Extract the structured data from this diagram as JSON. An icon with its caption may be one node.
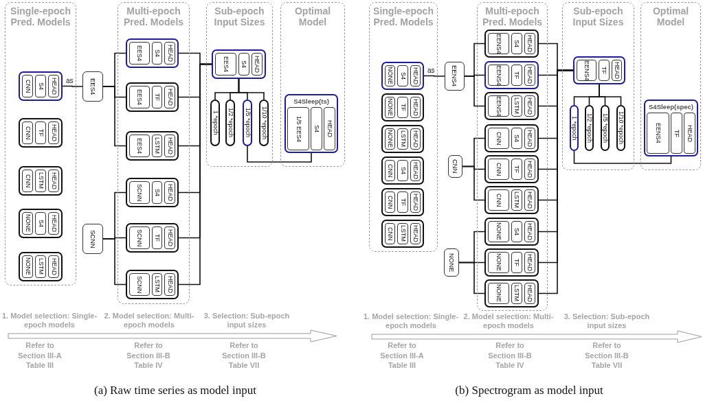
{
  "diagram": {
    "nodes": [
      {
        "text": [
          "Single-epoch Pred. Models"
        ]
      },
      {
        "text": [],
        "shape": "box",
        "in": 0
      },
      {
        "text": [
          "CNN"
        ],
        "in": 1
      },
      {
        "text": [
          "S4"
        ],
        "in": 1
      },
      {
        "text": [
          "HEAD"
        ],
        "in": 1
      },
      {
        "text": [],
        "shape": "box",
        "in": 0
      },
      {
        "text": [
          "CNN"
        ],
        "in": 5
      },
      {
        "text": [
          "TF"
        ],
        "in": 5
      },
      {
        "text": [
          "HEAD"
        ],
        "in": 5
      },
      {
        "text": [],
        "shape": "box",
        "in": 0
      },
      {
        "text": [
          "CNN"
        ],
        "in": 9
      },
      {
        "text": [
          "LSTM"
        ],
        "in": 9
      },
      {
        "text": [
          "HEAD"
        ],
        "in": 9
      },
      {
        "text": [],
        "shape": "box",
        "in": 0
      },
      {
        "text": [
          "NONE"
        ],
        "in": 13
      },
      {
        "text": [
          "S4"
        ],
        "in": 13
      },
      {
        "text": [
          "HEAD"
        ],
        "in": 13
      },
      {
        "text": [],
        "shape": "box",
        "in": 0
      },
      {
        "text": [
          "NONE"
        ],
        "in": 17
      },
      {
        "text": [
          "LSTM"
        ],
        "in": 17
      },
      {
        "text": [
          "HEAD"
        ],
        "in": 17
      },
      {
        "text": [
          "EES4"
        ]
      },
      {
        "text": [
          "SCNN"
        ]
      },
      {
        "text": [
          "Multi-epoch Pred. Models"
        ]
      },
      {
        "text": [],
        "shape": "box",
        "in": 23
      },
      {
        "text": [
          "EES4"
        ],
        "in": 24
      },
      {
        "text": [
          "S4"
        ],
        "in": 24
      },
      {
        "text": [
          "HEAD"
        ],
        "in": 24
      },
      {
        "text": [],
        "shape": "box",
        "in": 23
      },
      {
        "text": [
          "EES4"
        ],
        "in": 28
      },
      {
        "text": [
          "TF"
        ],
        "in": 28
      },
      {
        "text": [
          "HEAD"
        ],
        "in": 28
      },
      {
        "text": [],
        "shape": "box",
        "in": 23
      },
      {
        "text": [
          "EES4"
        ],
        "in": 32
      },
      {
        "text": [
          "LSTM"
        ],
        "in": 32
      },
      {
        "text": [
          "HEAD"
        ],
        "in": 32
      },
      {
        "text": [],
        "shape": "box",
        "in": 23
      },
      {
        "text": [
          "SCNN"
        ],
        "in": 36
      },
      {
        "text": [
          "S4"
        ],
        "in": 36
      },
      {
        "text": [
          "HEAD"
        ],
        "in": 36
      },
      {
        "text": [],
        "shape": "box",
        "in": 23
      },
      {
        "text": [
          "SCNN"
        ],
        "in": 40
      },
      {
        "text": [
          "TF"
        ],
        "in": 40
      },
      {
        "text": [
          "HEAD"
        ],
        "in": 40
      },
      {
        "text": [],
        "shape": "box",
        "in": 23
      },
      {
        "text": [
          "SCNN"
        ],
        "in": 44
      },
      {
        "text": [
          "LSTM"
        ],
        "in": 44
      },
      {
        "text": [
          "HEAD"
        ],
        "in": 44
      },
      {
        "text": [
          "Sub-epoch Input Sizes"
        ]
      },
      {
        "text": [],
        "shape": "box",
        "in": 48
      },
      {
        "text": [
          "EES4"
        ],
        "in": 49
      },
      {
        "text": [
          "S4"
        ],
        "in": 49
      },
      {
        "text": [
          "HEAD"
        ],
        "in": 49
      },
      {
        "text": [
          "1 *epoch"
        ],
        "in": 48
      },
      {
        "text": [
          "1/2 *epoch"
        ],
        "in": 48
      },
      {
        "text": [
          "1/5 *epoch"
        ],
        "in": 48
      },
      {
        "text": [
          "1/10 *epoch"
        ],
        "in": 48
      },
      {
        "text": [
          "Optimal Model"
        ]
      },
      {
        "text": [
          "S4Sleep(ts)"
        ],
        "in": 57
      },
      {
        "text": [
          "1/5 EES4"
        ],
        "in": 58
      },
      {
        "text": [
          "S4"
        ],
        "in": 58
      },
      {
        "text": [
          "HEAD"
        ],
        "in": 58
      },
      {
        "text": [
          "Single-epoch Pred. Models"
        ]
      },
      {
        "text": [],
        "shape": "box",
        "in": 62
      },
      {
        "text": [
          "NONE"
        ],
        "in": 63
      },
      {
        "text": [
          "S4"
        ],
        "in": 63
      },
      {
        "text": [
          "HEAD"
        ],
        "in": 63
      },
      {
        "text": [],
        "shape": "box",
        "in": 62
      },
      {
        "text": [
          "NONE"
        ],
        "in": 67
      },
      {
        "text": [
          "TF"
        ],
        "in": 67
      },
      {
        "text": [
          "HEAD"
        ],
        "in": 67
      },
      {
        "text": [],
        "shape": "box",
        "in": 62
      },
      {
        "text": [
          "NONE"
        ],
        "in": 71
      },
      {
        "text": [
          "LSTM"
        ],
        "in": 71
      },
      {
        "text": [
          "HEAD"
        ],
        "in": 71
      },
      {
        "text": [],
        "shape": "box",
        "in": 62
      },
      {
        "text": [
          "CNN"
        ],
        "in": 75
      },
      {
        "text": [
          "S4"
        ],
        "in": 75
      },
      {
        "text": [
          "HEAD"
        ],
        "in": 75
      },
      {
        "text": [],
        "shape": "box",
        "in": 62
      },
      {
        "text": [
          "CNN"
        ],
        "in": 79
      },
      {
        "text": [
          "TF"
        ],
        "in": 79
      },
      {
        "text": [
          "HEAD"
        ],
        "in": 79
      },
      {
        "text": [],
        "shape": "box",
        "in": 62
      },
      {
        "text": [
          "CNN"
        ],
        "in": 83
      },
      {
        "text": [
          "LSTM"
        ],
        "in": 83
      },
      {
        "text": [
          "HEAD"
        ],
        "in": 83
      },
      {
        "text": [
          "EENS4"
        ]
      },
      {
        "text": [
          "CNN"
        ]
      },
      {
        "text": [
          "NONE"
        ]
      },
      {
        "text": [
          "Multi-epoch Pred. Models"
        ]
      },
      {
        "text": [],
        "shape": "box",
        "in": 90
      },
      {
        "text": [
          "EENS4"
        ],
        "in": 91
      },
      {
        "text": [
          "S4"
        ],
        "in": 91
      },
      {
        "text": [
          "HEAD"
        ],
        "in": 91
      },
      {
        "text": [],
        "shape": "box",
        "in": 90
      },
      {
        "text": [
          "EENS4"
        ],
        "in": 95
      },
      {
        "text": [
          "TF"
        ],
        "in": 95
      },
      {
        "text": [
          "HEAD"
        ],
        "in": 95
      },
      {
        "text": [],
        "shape": "box",
        "in": 90
      },
      {
        "text": [
          "EENS4"
        ],
        "in": 99
      },
      {
        "text": [
          "LSTM"
        ],
        "in": 99
      },
      {
        "text": [
          "HEAD"
        ],
        "in": 99
      },
      {
        "text": [],
        "shape": "box",
        "in": 90
      },
      {
        "text": [
          "CNN"
        ],
        "in": 103
      },
      {
        "text": [
          "S4"
        ],
        "in": 103
      },
      {
        "text": [
          "HEAD"
        ],
        "in": 103
      },
      {
        "text": [],
        "shape": "box",
        "in": 90
      },
      {
        "text": [
          "CNN"
        ],
        "in": 107
      },
      {
        "text": [
          "TF"
        ],
        "in": 107
      },
      {
        "text": [
          "HEAD"
        ],
        "in": 107
      },
      {
        "text": [],
        "shape": "box",
        "in": 90
      },
      {
        "text": [
          "CNN"
        ],
        "in": 111
      },
      {
        "text": [
          "LSTM"
        ],
        "in": 111
      },
      {
        "text": [
          "HEAD"
        ],
        "in": 111
      },
      {
        "text": [],
        "shape": "box",
        "in": 90
      },
      {
        "text": [
          "NONE"
        ],
        "in": 115
      },
      {
        "text": [
          "S4"
        ],
        "in": 115
      },
      {
        "text": [
          "HEAD"
        ],
        "in": 115
      },
      {
        "text": [],
        "shape": "box",
        "in": 90
      },
      {
        "text": [
          "NONE"
        ],
        "in": 119
      },
      {
        "text": [
          "TF"
        ],
        "in": 119
      },
      {
        "text": [
          "HEAD"
        ],
        "in": 119
      },
      {
        "text": [],
        "shape": "box",
        "in": 90
      },
      {
        "text": [
          "NONE"
        ],
        "in": 123
      },
      {
        "text": [
          "LSTM"
        ],
        "in": 123
      },
      {
        "text": [
          "HEAD"
        ],
        "in": 123
      },
      {
        "text": [
          "Sub-epoch Input Sizes"
        ]
      },
      {
        "text": [],
        "shape": "box",
        "in": 127
      },
      {
        "text": [
          "EENS4"
        ],
        "in": 128
      },
      {
        "text": [
          "TF"
        ],
        "in": 128
      },
      {
        "text": [
          "HEAD"
        ],
        "in": 128
      },
      {
        "text": [
          "1 *epoch"
        ],
        "in": 127
      },
      {
        "text": [
          "1/2 *epoch"
        ],
        "in": 127
      },
      {
        "text": [
          "1/5 *epoch"
        ],
        "in": 127
      },
      {
        "text": [
          "1/10 *epoch"
        ],
        "in": 127
      },
      {
        "text": [
          "Optimal Model"
        ]
      },
      {
        "text": [
          "S4Sleep(spec)"
        ],
        "in": 136
      },
      {
        "text": [
          "EENS4"
        ],
        "in": 137
      },
      {
        "text": [
          "TF"
        ],
        "in": 137
      },
      {
        "text": [
          "HEAD"
        ],
        "in": 137
      }
    ],
    "edges": [
      {
        "from": 1,
        "to": 21,
        "arrow": "none",
        "label": "as"
      },
      {
        "from": 21,
        "to": 24,
        "arrow": "none"
      },
      {
        "from": 21,
        "to": 28,
        "arrow": "none"
      },
      {
        "from": 21,
        "to": 32,
        "arrow": "none"
      },
      {
        "from": 22,
        "to": 36,
        "arrow": "none"
      },
      {
        "from": 22,
        "to": 40,
        "arrow": "none"
      },
      {
        "from": 22,
        "to": 44,
        "arrow": "none"
      },
      {
        "from": 24,
        "to": 49,
        "arrow": "none"
      },
      {
        "from": 28,
        "to": 49,
        "arrow": "none"
      },
      {
        "from": 32,
        "to": 49,
        "arrow": "none"
      },
      {
        "from": 36,
        "to": 49,
        "arrow": "none"
      },
      {
        "from": 40,
        "to": 49,
        "arrow": "none"
      },
      {
        "from": 44,
        "to": 49,
        "arrow": "none"
      },
      {
        "from": 49,
        "to": 53,
        "arrow": "none"
      },
      {
        "from": 49,
        "to": 54,
        "arrow": "none"
      },
      {
        "from": 49,
        "to": 55,
        "arrow": "none"
      },
      {
        "from": 49,
        "to": 56,
        "arrow": "none"
      },
      {
        "from": 55,
        "to": 58,
        "arrow": "none"
      },
      {
        "from": 63,
        "to": 87,
        "arrow": "none",
        "label": "as"
      },
      {
        "from": 87,
        "to": 91,
        "arrow": "none"
      },
      {
        "from": 87,
        "to": 95,
        "arrow": "none"
      },
      {
        "from": 87,
        "to": 99,
        "arrow": "none"
      },
      {
        "from": 88,
        "to": 103,
        "arrow": "none"
      },
      {
        "from": 88,
        "to": 107,
        "arrow": "none"
      },
      {
        "from": 88,
        "to": 111,
        "arrow": "none"
      },
      {
        "from": 89,
        "to": 115,
        "arrow": "none"
      },
      {
        "from": 89,
        "to": 119,
        "arrow": "none"
      },
      {
        "from": 89,
        "to": 123,
        "arrow": "none"
      },
      {
        "from": 91,
        "to": 128,
        "arrow": "none"
      },
      {
        "from": 95,
        "to": 128,
        "arrow": "none"
      },
      {
        "from": 99,
        "to": 128,
        "arrow": "none"
      },
      {
        "from": 103,
        "to": 128,
        "arrow": "none"
      },
      {
        "from": 107,
        "to": 128,
        "arrow": "none"
      },
      {
        "from": 111,
        "to": 128,
        "arrow": "none"
      },
      {
        "from": 115,
        "to": 128,
        "arrow": "none"
      },
      {
        "from": 119,
        "to": 128,
        "arrow": "none"
      },
      {
        "from": 123,
        "to": 128,
        "arrow": "none"
      },
      {
        "from": 128,
        "to": 132,
        "arrow": "none"
      },
      {
        "from": 128,
        "to": 133,
        "arrow": "none"
      },
      {
        "from": 128,
        "to": 134,
        "arrow": "none"
      },
      {
        "from": 128,
        "to": 135,
        "arrow": "none"
      },
      {
        "from": 132,
        "to": 137,
        "arrow": "none"
      }
    ],
    "labels": [
      "1. Model selection: Single-epoch models",
      "2. Model selection: Multi-epoch models",
      "3. Selection: Sub-epoch input sizes",
      "Refer to Section III-A Table III",
      "Refer to Section III-B Table IV",
      "Refer to Section III-B Table VII",
      "1. Model selection: Single-epoch models",
      "2. Model selection: Multi-epoch models",
      "3. Selection: Sub-epoch input sizes",
      "Refer to Section III-A Table III",
      "Refer to Section III-B Table IV",
      "Refer to Section III-B Table VII",
      "(a) Raw time series as model input",
      "(b) Spectrogram as model input"
    ]
  }
}
